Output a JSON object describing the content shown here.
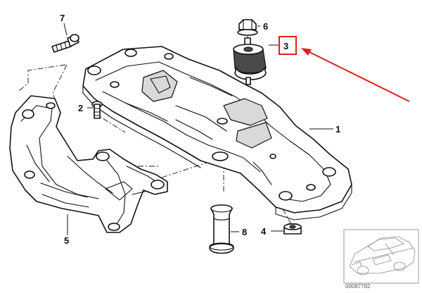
{
  "callouts": [
    {
      "id": "1",
      "label": "1"
    },
    {
      "id": "2",
      "label": "2"
    },
    {
      "id": "3",
      "label": "3"
    },
    {
      "id": "4",
      "label": "4"
    },
    {
      "id": "5",
      "label": "5"
    },
    {
      "id": "6",
      "label": "6"
    },
    {
      "id": "7",
      "label": "7"
    },
    {
      "id": "8",
      "label": "8"
    }
  ],
  "highlight": {
    "callout": "3",
    "color": "#e0201c"
  },
  "reference_number": "00087782",
  "colors": {
    "line": "#111111",
    "highlight": "#e0201c",
    "thumbnail": "#8a8a8a"
  }
}
